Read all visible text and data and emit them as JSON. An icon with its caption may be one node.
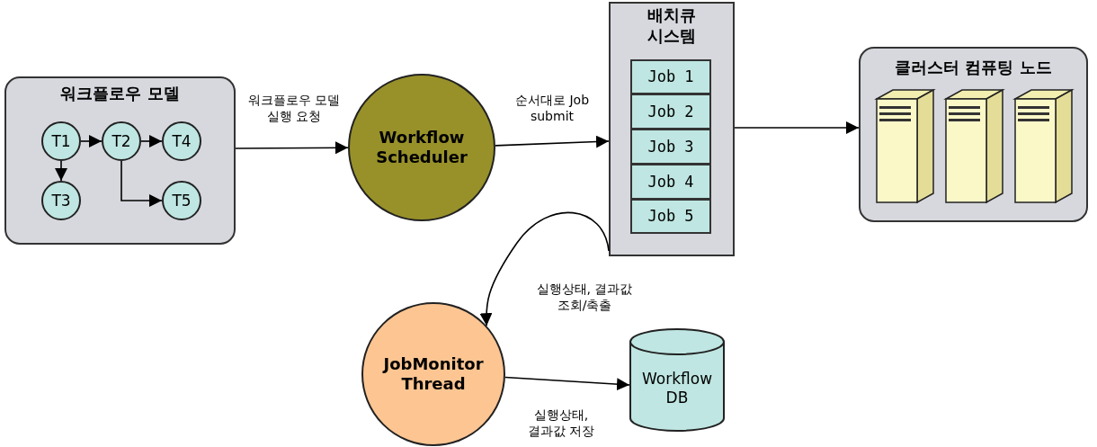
{
  "diagram": {
    "nodes": [
      {
        "text": [
          "워크플로우 모델"
        ]
      },
      {
        "text": [
          "T1"
        ],
        "in": 0
      },
      {
        "text": [
          "T2"
        ],
        "in": 0
      },
      {
        "text": [
          "T4"
        ],
        "in": 0
      },
      {
        "text": [
          "T3"
        ],
        "in": 0
      },
      {
        "text": [
          "T5"
        ],
        "in": 0
      },
      {
        "text": [
          "Workflow Scheduler"
        ]
      },
      {
        "text": [
          "배치큐 시스템"
        ]
      },
      {
        "text": [
          "Job 1"
        ],
        "in": 7
      },
      {
        "text": [
          "Job 2"
        ],
        "in": 7
      },
      {
        "text": [
          "Job 3"
        ],
        "in": 7
      },
      {
        "text": [
          "Job 4"
        ],
        "in": 7
      },
      {
        "text": [
          "Job 5"
        ],
        "in": 7
      },
      {
        "text": [
          "클러스터 컴퓨팅 노드"
        ]
      },
      {
        "text": [
          "JobMonitor Thread"
        ]
      },
      {
        "text": [
          "Workflow DB"
        ]
      }
    ],
    "edges": [
      {
        "from": 1,
        "to": 2,
        "arrow": "to"
      },
      {
        "from": 2,
        "to": 3,
        "arrow": "to"
      },
      {
        "from": 1,
        "to": 4,
        "arrow": "to"
      },
      {
        "from": 2,
        "to": 5,
        "arrow": "to"
      },
      {
        "from": 0,
        "to": 6,
        "arrow": "to",
        "label": "워크플로우 모델 실행 요청"
      },
      {
        "from": 6,
        "to": 7,
        "arrow": "to",
        "label": "순서대로 Job submit"
      },
      {
        "from": 7,
        "to": 13,
        "arrow": "to"
      },
      {
        "from": 7,
        "to": 14,
        "arrow": "to",
        "label": "실행상태, 결과값 조회/축출"
      },
      {
        "from": 14,
        "to": 15,
        "arrow": "to",
        "label": "실행상태, 결과값 저장"
      }
    ]
  }
}
